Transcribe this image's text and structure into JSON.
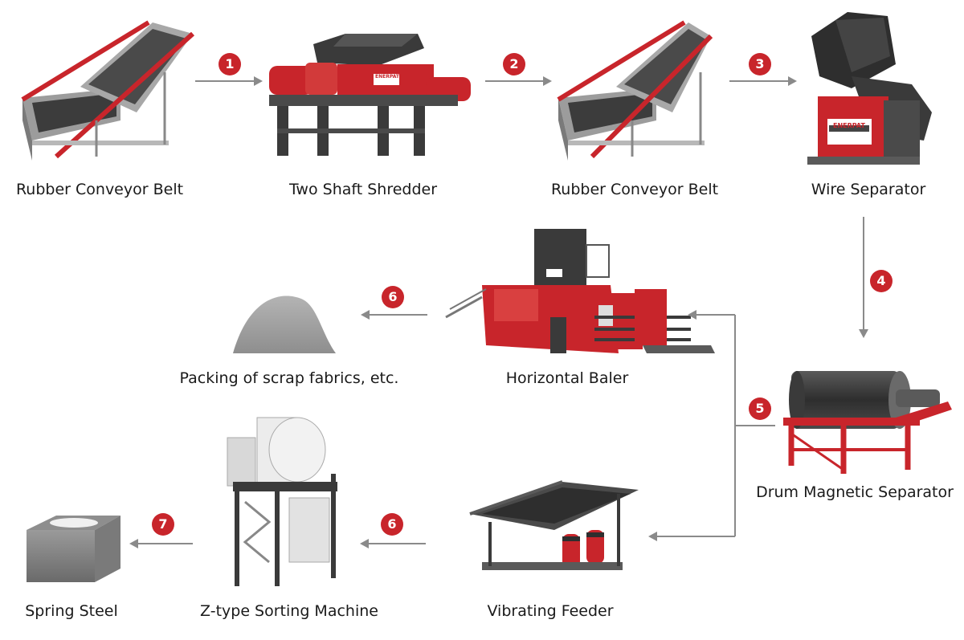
{
  "machines": {
    "conveyor_1": "Rubber Conveyor Belt",
    "shredder": "Two Shaft Shredder",
    "conveyor_2": "Rubber Conveyor Belt",
    "wire_separator": "Wire Separator",
    "drum_separator": "Drum Magnetic Separator",
    "horizontal_baler": "Horizontal Baler",
    "packing": "Packing of scrap fabrics, etc.",
    "vibrating_feeder": "Vibrating Feeder",
    "z_sorting": "Z-type Sorting Machine",
    "spring_steel": "Spring Steel"
  },
  "steps": {
    "s1": "1",
    "s2": "2",
    "s3": "3",
    "s4": "4",
    "s5": "5",
    "s6a": "6",
    "s6b": "6",
    "s7": "7"
  },
  "brand": {
    "logo_text": "ENERPAT"
  },
  "colors": {
    "accent_red": "#c8252b",
    "arrow_gray": "#8a8a8a",
    "machine_gray": "#8c8c8c",
    "machine_dark": "#3a3a3a"
  }
}
